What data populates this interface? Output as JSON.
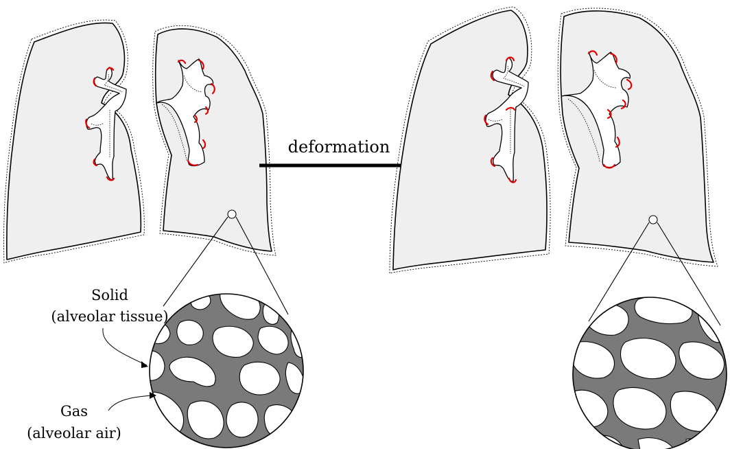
{
  "arrow_label": "deformation",
  "solid_label": {
    "line1": "Solid",
    "line2": "(alveolar tissue)"
  },
  "gas_label": {
    "line1": "Gas",
    "line2": "(alveolar air)"
  },
  "colors": {
    "lung_fill": "#efefef",
    "tissue": "#7a7a7a",
    "airway_tip": "#e00000"
  }
}
